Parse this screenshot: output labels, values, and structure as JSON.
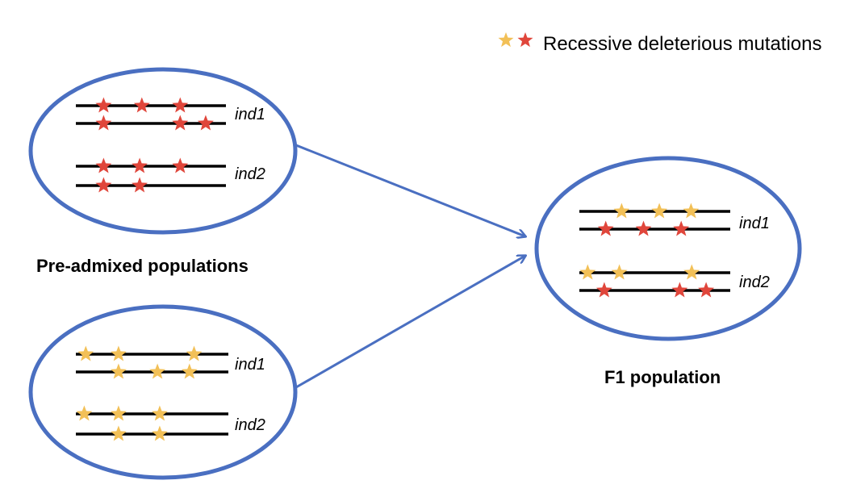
{
  "legend": {
    "label": "Recessive deleterious mutations",
    "colors": [
      "#f2c057",
      "#e0463b"
    ]
  },
  "colors": {
    "ellipse_stroke": "#4a6fc1",
    "arrow": "#4a6fc1",
    "star_yellow": "#f2c057",
    "star_red": "#e0463b",
    "chromosome": "#000000"
  },
  "labels": {
    "pre_admixed": "Pre-admixed populations",
    "f1": "F1 population"
  },
  "populations": [
    {
      "id": "pop1",
      "individuals": [
        {
          "label": "ind1",
          "chromosomes": [
            {
              "stars": [
                {
                  "pos": 0.185,
                  "color": "red"
                },
                {
                  "pos": 0.44,
                  "color": "red"
                },
                {
                  "pos": 0.695,
                  "color": "red"
                }
              ]
            },
            {
              "stars": [
                {
                  "pos": 0.185,
                  "color": "red"
                },
                {
                  "pos": 0.695,
                  "color": "red"
                },
                {
                  "pos": 0.865,
                  "color": "red"
                }
              ]
            }
          ]
        },
        {
          "label": "ind2",
          "chromosomes": [
            {
              "stars": [
                {
                  "pos": 0.185,
                  "color": "red"
                },
                {
                  "pos": 0.425,
                  "color": "red"
                },
                {
                  "pos": 0.695,
                  "color": "red"
                }
              ]
            },
            {
              "stars": [
                {
                  "pos": 0.185,
                  "color": "red"
                },
                {
                  "pos": 0.425,
                  "color": "red"
                }
              ]
            }
          ]
        }
      ]
    },
    {
      "id": "pop2",
      "individuals": [
        {
          "label": "ind1",
          "chromosomes": [
            {
              "stars": [
                {
                  "pos": 0.065,
                  "color": "yellow"
                },
                {
                  "pos": 0.28,
                  "color": "yellow"
                },
                {
                  "pos": 0.775,
                  "color": "yellow"
                }
              ]
            },
            {
              "stars": [
                {
                  "pos": 0.28,
                  "color": "yellow"
                },
                {
                  "pos": 0.535,
                  "color": "yellow"
                },
                {
                  "pos": 0.745,
                  "color": "yellow"
                }
              ]
            }
          ]
        },
        {
          "label": "ind2",
          "chromosomes": [
            {
              "stars": [
                {
                  "pos": 0.055,
                  "color": "yellow"
                },
                {
                  "pos": 0.28,
                  "color": "yellow"
                },
                {
                  "pos": 0.55,
                  "color": "yellow"
                }
              ]
            },
            {
              "stars": [
                {
                  "pos": 0.28,
                  "color": "yellow"
                },
                {
                  "pos": 0.55,
                  "color": "yellow"
                }
              ]
            }
          ]
        }
      ]
    },
    {
      "id": "f1",
      "individuals": [
        {
          "label": "ind1",
          "chromosomes": [
            {
              "stars": [
                {
                  "pos": 0.28,
                  "color": "yellow"
                },
                {
                  "pos": 0.53,
                  "color": "yellow"
                },
                {
                  "pos": 0.74,
                  "color": "yellow"
                }
              ]
            },
            {
              "stars": [
                {
                  "pos": 0.175,
                  "color": "red"
                },
                {
                  "pos": 0.425,
                  "color": "red"
                },
                {
                  "pos": 0.675,
                  "color": "red"
                }
              ]
            }
          ]
        },
        {
          "label": "ind2",
          "chromosomes": [
            {
              "stars": [
                {
                  "pos": 0.055,
                  "color": "yellow"
                },
                {
                  "pos": 0.265,
                  "color": "yellow"
                },
                {
                  "pos": 0.745,
                  "color": "yellow"
                }
              ]
            },
            {
              "stars": [
                {
                  "pos": 0.165,
                  "color": "red"
                },
                {
                  "pos": 0.665,
                  "color": "red"
                },
                {
                  "pos": 0.84,
                  "color": "red"
                }
              ]
            }
          ]
        }
      ]
    }
  ]
}
